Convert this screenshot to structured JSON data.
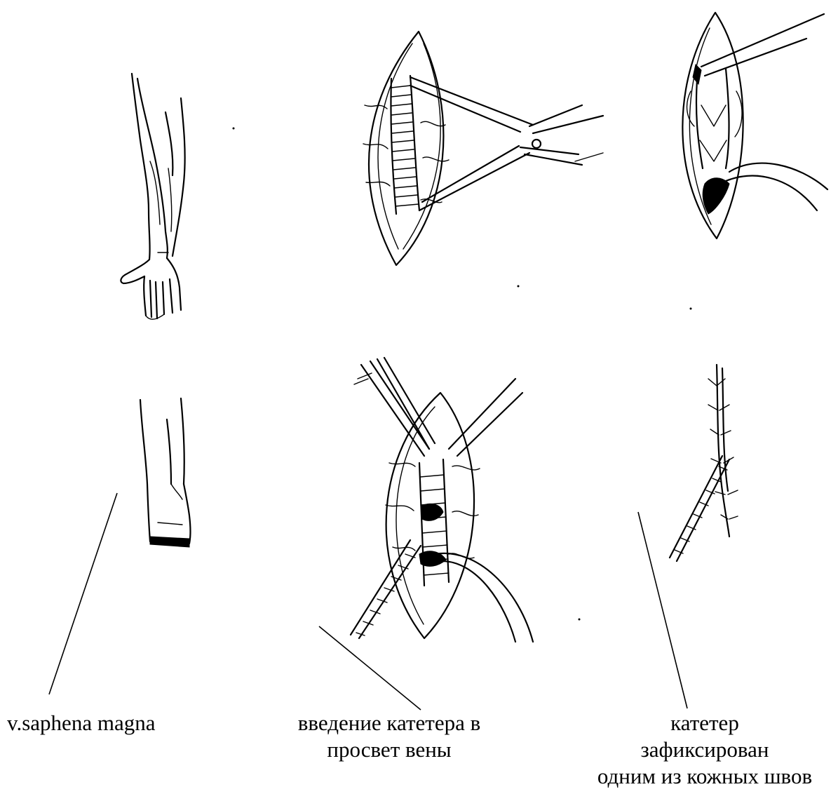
{
  "labels": {
    "vein": "v.saphena magna",
    "insertion_line1": "введение катетера в",
    "insertion_line2": "просвет вены",
    "fixed_line1": "катетер",
    "fixed_line2": "зафиксирован",
    "fixed_line3": "одним из кожных швов"
  },
  "colors": {
    "ink": "#000000",
    "background": "#ffffff"
  }
}
